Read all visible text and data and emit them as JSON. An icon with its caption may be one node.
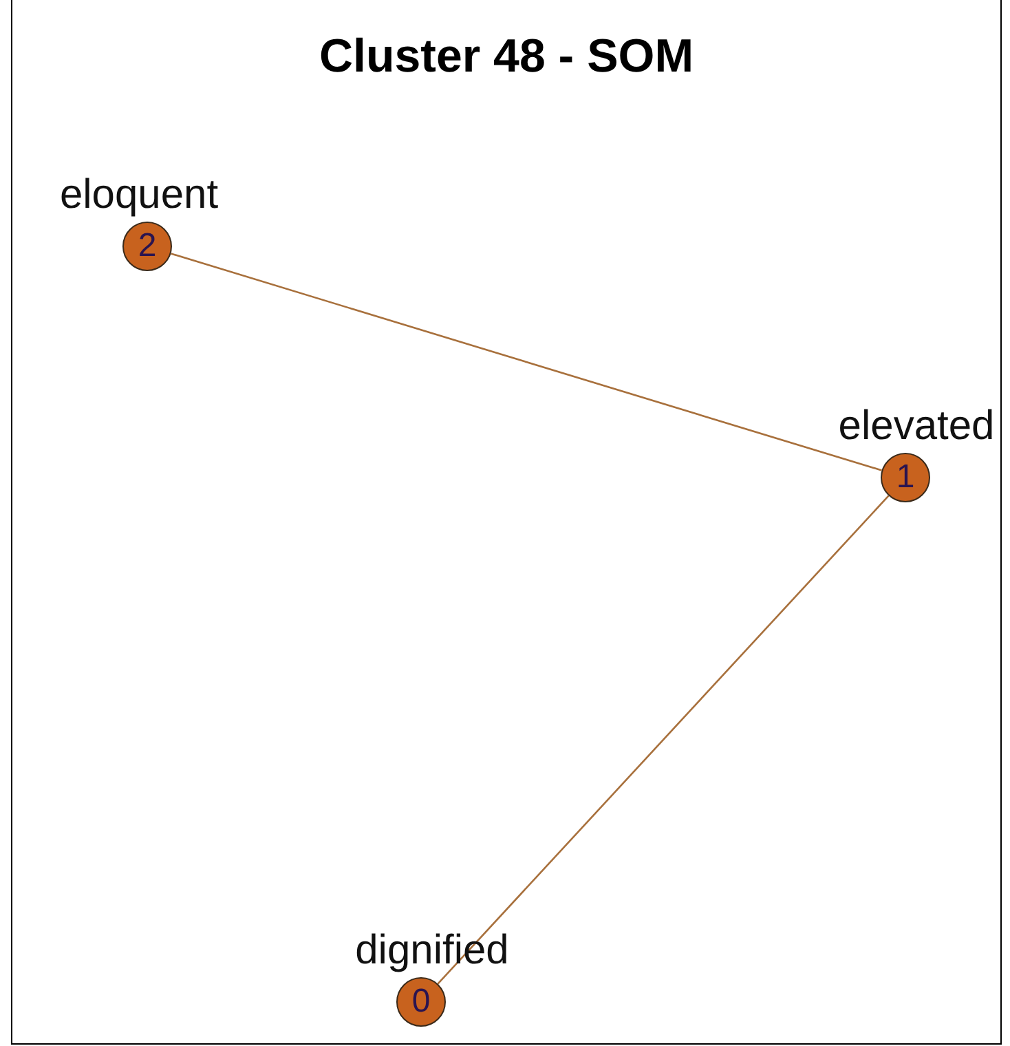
{
  "diagram": {
    "title": "Cluster 48 - SOM",
    "nodes": [
      {
        "text": [
          "2"
        ],
        "beside": [
          "eloquent"
        ]
      },
      {
        "text": [
          "1"
        ],
        "beside": [
          "elevated"
        ]
      },
      {
        "text": [
          "0"
        ],
        "beside": [
          "dignified"
        ]
      }
    ],
    "edges": [
      {
        "from": 0,
        "to": 1,
        "arrow": "none",
        "color": "#a8703c"
      },
      {
        "from": 1,
        "to": 2,
        "arrow": "none",
        "color": "#a8703c"
      }
    ]
  }
}
